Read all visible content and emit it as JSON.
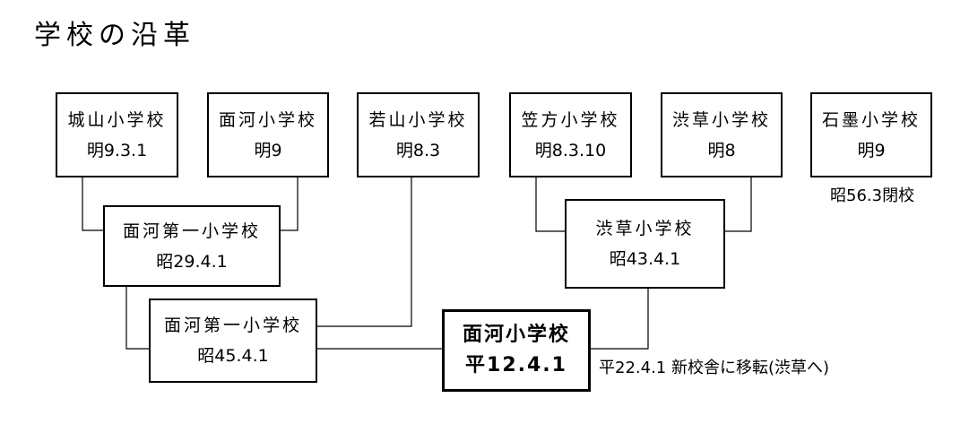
{
  "title": "学校の沿革",
  "schools": {
    "shiroyama": {
      "name": "城山小学校",
      "date": "明9.3.1"
    },
    "omogo_a": {
      "name": "面河小学校",
      "date": "明9"
    },
    "wakayama": {
      "name": "若山小学校",
      "date": "明8.3"
    },
    "kasakata": {
      "name": "笠方小学校",
      "date": "明8.3.10"
    },
    "shibukusa_a": {
      "name": "渋草小学校",
      "date": "明8"
    },
    "ishizumi": {
      "name": "石墨小学校",
      "date": "明9"
    },
    "omogo_daiichi_a": {
      "name": "面河第一小学校",
      "date": "昭29.4.1"
    },
    "shibukusa_b": {
      "name": "渋草小学校",
      "date": "昭43.4.1"
    },
    "omogo_daiichi_b": {
      "name": "面河第一小学校",
      "date": "昭45.4.1"
    },
    "omogo_final": {
      "name": "面河小学校",
      "date": "平12.4.1"
    }
  },
  "notes": {
    "ishizumi_closed": "昭56.3閉校",
    "relocation": "平22.4.1 新校舎に移転(渋草へ)"
  }
}
